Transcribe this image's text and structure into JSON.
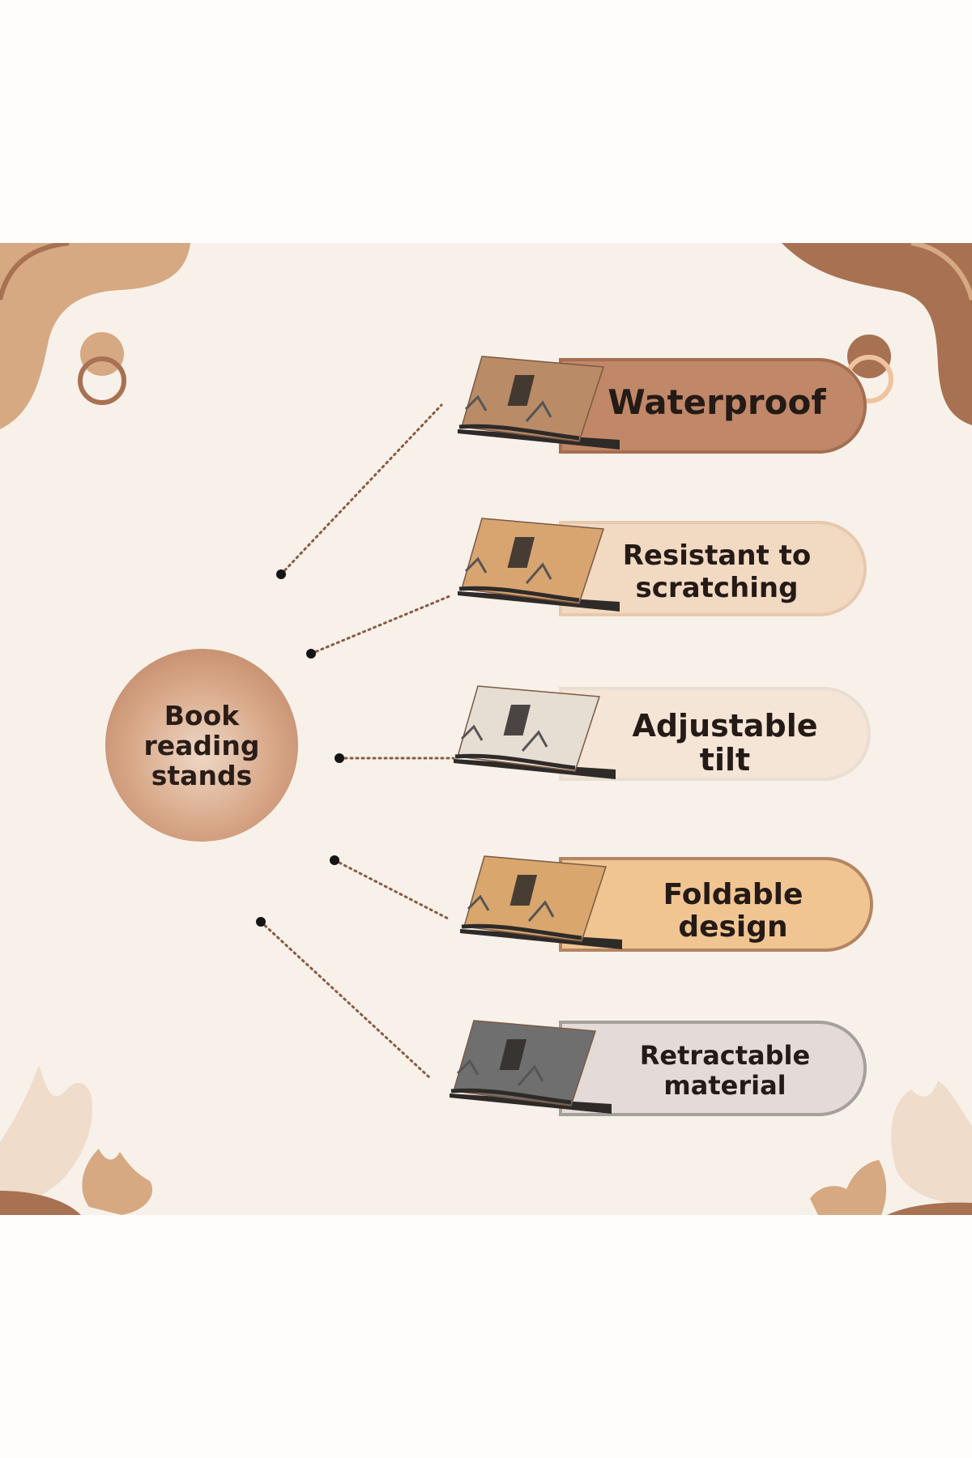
{
  "center": {
    "title": "Book reading stands"
  },
  "features": [
    {
      "label": "Waterproof",
      "pill_color": "#c08768",
      "pill_border": "#a56e50",
      "stand_tone": "#b98b67"
    },
    {
      "label": "Resistant to scratching",
      "pill_color": "#f2d9c2",
      "pill_border": "#e8c9ae",
      "stand_tone": "#d8a470"
    },
    {
      "label": "Adjustable tilt",
      "pill_color": "#f4e5d6",
      "pill_border": "#eaded2",
      "stand_tone": "#e6ddd3"
    },
    {
      "label": "Foldable design",
      "pill_color": "#f0c592",
      "pill_border": "#b48563",
      "stand_tone": "#d9a66d"
    },
    {
      "label": "Retractable material",
      "pill_color": "#e4dbd8",
      "pill_border": "#a6a09d",
      "stand_tone": "#6f6f6f"
    }
  ],
  "colors": {
    "panel_background": "#f7f1ea",
    "accent_brown": "#a87152",
    "accent_tan": "#d6a982",
    "dot": "#151515",
    "dotted_line": "#8a5a3f"
  }
}
